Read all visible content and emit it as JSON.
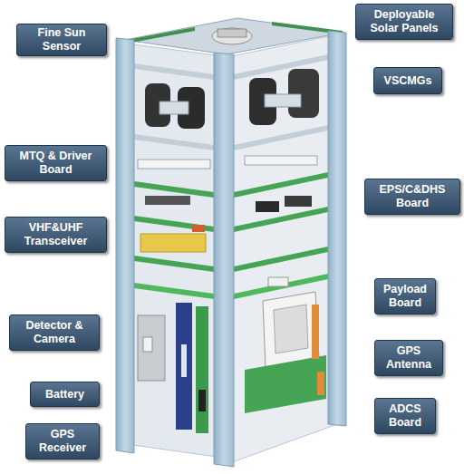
{
  "diagram": {
    "nodes": [
      {
        "text": [
          "Fine Sun Sensor"
        ]
      },
      {
        "text": [
          "Deployable Solar Panels"
        ]
      },
      {
        "text": [
          "VSCMGs"
        ]
      },
      {
        "text": [
          "MTQ & Driver Board"
        ]
      },
      {
        "text": [
          "EPS/C&DHS Board"
        ]
      },
      {
        "text": [
          "VHF&UHF Transceiver"
        ]
      },
      {
        "text": [
          "Payload Board"
        ]
      },
      {
        "text": [
          "Detector & Camera"
        ]
      },
      {
        "text": [
          "GPS Antenna"
        ]
      },
      {
        "text": [
          "Battery"
        ]
      },
      {
        "text": [
          "ADCS Board"
        ]
      },
      {
        "text": [
          "GPS Receiver"
        ]
      }
    ]
  }
}
